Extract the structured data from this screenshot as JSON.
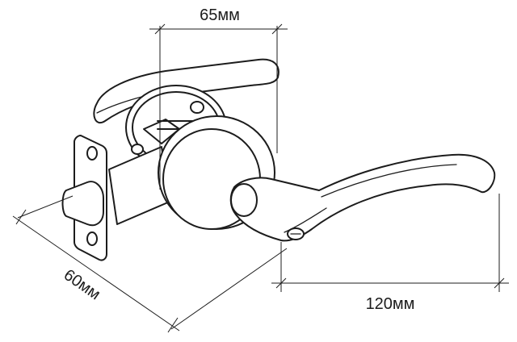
{
  "dimensions": {
    "top": {
      "label": "65мм"
    },
    "bottom": {
      "label": "120мм"
    },
    "left": {
      "label": "60мм"
    }
  }
}
